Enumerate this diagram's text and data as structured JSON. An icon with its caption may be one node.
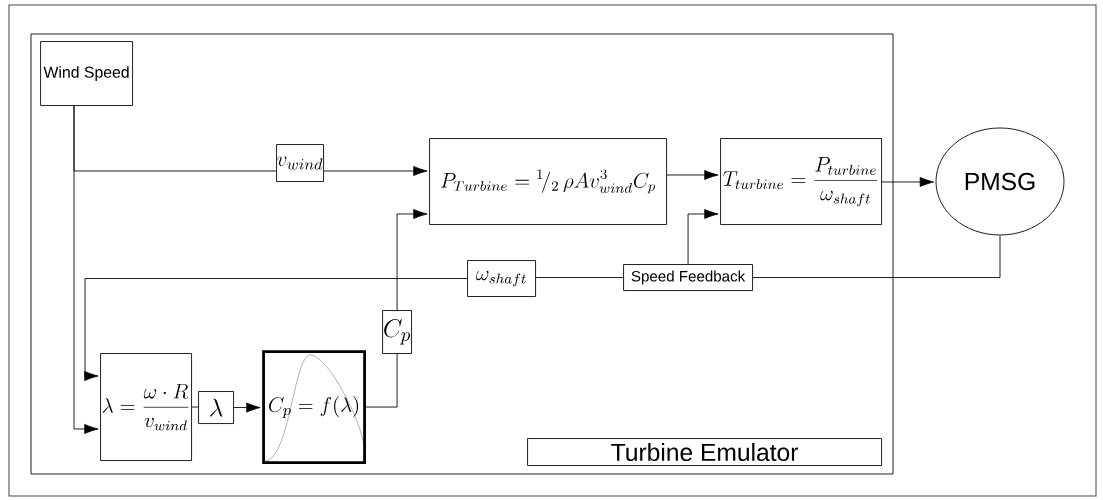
{
  "diagram": {
    "nodes": [
      {
        "text": [
          "Turbine Emulator"
        ]
      },
      {
        "text": [
          "Wind Speed"
        ],
        "in": 0
      },
      {
        "text": [
          "v_{wind}"
        ],
        "in": 0
      },
      {
        "text": [
          "P_{Turbine}={}^{1}\\!/_{2}\\,\\rho A v_{wind}^{3} C_{p}"
        ],
        "in": 0
      },
      {
        "text": [
          "T_{turbine}=\\frac{P_{turbine}}{\\omega_{shaft}}"
        ],
        "in": 0
      },
      {
        "text": [
          "PMSG"
        ]
      },
      {
        "text": [
          "Speed Feedback"
        ],
        "in": 0
      },
      {
        "text": [
          "\\omega_{shaft}"
        ],
        "in": 0
      },
      {
        "text": [
          "C_{p}"
        ],
        "in": 0
      },
      {
        "text": [
          "\\lambda=\\frac{\\omega\\cdot R}{v_{wind}}"
        ],
        "in": 0
      },
      {
        "text": [
          "\\lambda"
        ],
        "in": 0
      },
      {
        "text": [
          "C_{p}=f(\\lambda)"
        ],
        "in": 0
      }
    ],
    "edges": [
      {
        "from": 1,
        "to": 2,
        "arrow": "none"
      },
      {
        "from": 1,
        "to": 9,
        "arrow": "to"
      },
      {
        "from": 2,
        "to": 3,
        "arrow": "to"
      },
      {
        "from": 3,
        "to": 4,
        "arrow": "to"
      },
      {
        "from": 4,
        "to": 5,
        "arrow": "to"
      },
      {
        "from": 5,
        "to": 6,
        "arrow": "none"
      },
      {
        "from": 6,
        "to": 4,
        "arrow": "to"
      },
      {
        "from": 6,
        "to": 7,
        "arrow": "none"
      },
      {
        "from": 7,
        "to": 9,
        "arrow": "to"
      },
      {
        "from": 9,
        "to": 10,
        "arrow": "none"
      },
      {
        "from": 10,
        "to": 11,
        "arrow": "to"
      },
      {
        "from": 11,
        "to": 8,
        "arrow": "none"
      },
      {
        "from": 8,
        "to": 3,
        "arrow": "to"
      }
    ]
  }
}
